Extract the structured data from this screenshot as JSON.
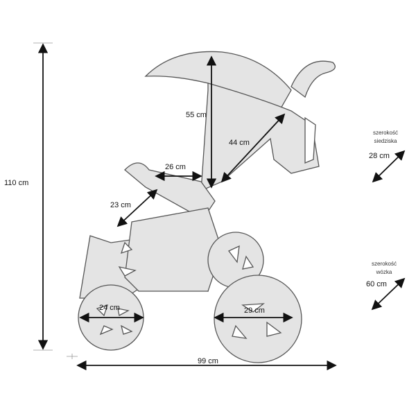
{
  "dimensions": {
    "total_height": "110 cm",
    "total_length": "99 cm",
    "backrest_height": "55 cm",
    "seat_depth_diagonal": "44 cm",
    "seat_width_top": "26 cm",
    "footrest_length": "23 cm",
    "front_wheel_diameter": "24 cm",
    "rear_wheel_diameter": "29 cm"
  },
  "side_notes": [
    {
      "caption_line1": "szerokość",
      "caption_line2": "siedziska",
      "value": "28 cm"
    },
    {
      "caption_line1": "szerokość",
      "caption_line2": "wózka",
      "value": "60 cm"
    }
  ],
  "colors": {
    "stroller_fill": "#e4e4e4",
    "stroller_outline": "#555555",
    "arrow": "#111111"
  }
}
